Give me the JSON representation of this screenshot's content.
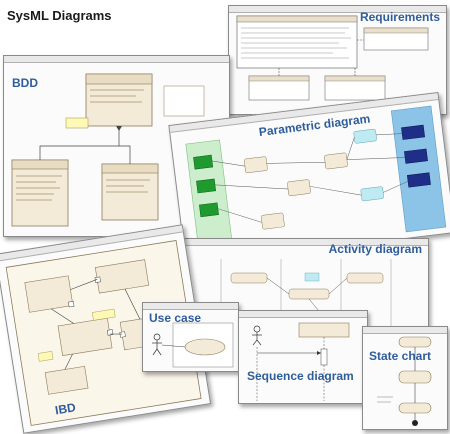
{
  "title": "SysML Diagrams",
  "labels": {
    "requirements": "Requirements",
    "bdd": "BDD",
    "parametric": "Parametric diagram",
    "activity": "Activity diagram",
    "use_case": "Use case",
    "sequence": "Sequence diagram",
    "state_chart": "State chart",
    "ibd": "IBD"
  },
  "colors": {
    "label": "#2f5d9c",
    "block": "#f3ead8",
    "block_border": "#8c7a5a",
    "green": "#1f9a2e",
    "navy": "#1f2e86",
    "sky": "#8cc4e8"
  }
}
